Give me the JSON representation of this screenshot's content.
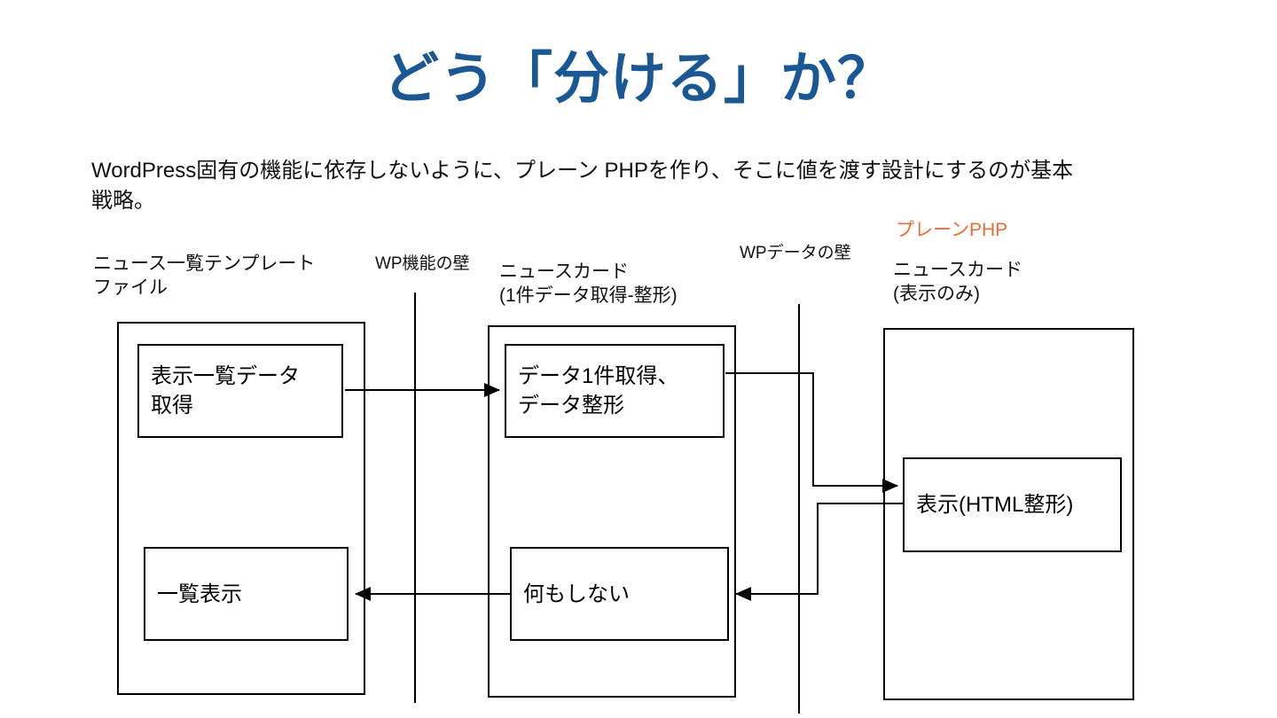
{
  "title": "どう「分ける」か？",
  "body": {
    "line1": "WordPress固有の機能に依存しないように、プレーン PHPを作り、そこに値を渡す設計にするのが基本",
    "line2": "戦略。"
  },
  "walls": {
    "function_wall_label": "WP機能の壁",
    "data_wall_label": "WPデータの壁"
  },
  "columns": {
    "template_file": {
      "label_line1": "ニュース一覧テンプレート",
      "label_line2": "ファイル",
      "box_fetch_line1": "表示一覧データ",
      "box_fetch_line2": "取得",
      "box_display": "一覧表示"
    },
    "news_card_wp": {
      "label_line1": "ニュースカード",
      "label_line2": "(1件データ取得-整形)",
      "box_fetch_line1": "データ1件取得、",
      "box_fetch_line2": "データ整形",
      "box_noop": "何もしない"
    },
    "news_card_plain": {
      "tag": "プレーンPHP",
      "label_line1": "ニュースカード",
      "label_line2": "(表示のみ)",
      "box_display": "表示(HTML整形)"
    }
  },
  "colors": {
    "title_blue": "#1A5795",
    "accent_orange": "#ED6B35",
    "line_black": "#000000"
  }
}
